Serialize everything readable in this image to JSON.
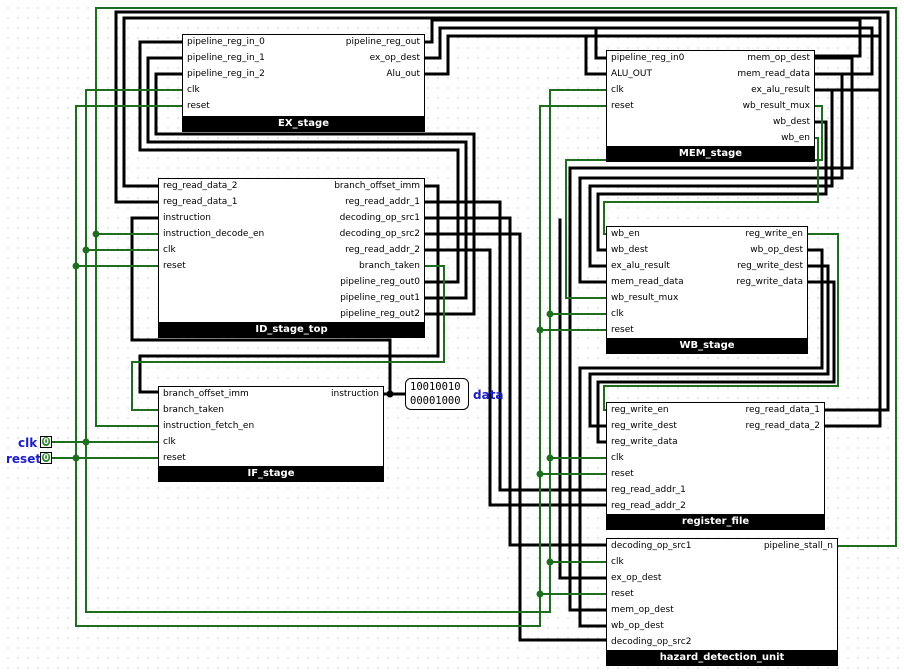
{
  "inputs": {
    "clk": {
      "label": "clk",
      "value": "0"
    },
    "reset": {
      "label": "reset",
      "value": "0"
    }
  },
  "probe": {
    "label": "data",
    "line1": "10010010",
    "line2": "00001000"
  },
  "ex_stage": {
    "title": "EX_stage",
    "inputs": [
      "pipeline_reg_in_0",
      "pipeline_reg_in_1",
      "pipeline_reg_in_2",
      "clk",
      "reset"
    ],
    "outputs": [
      "pipeline_reg_out",
      "ex_op_dest",
      "Alu_out"
    ]
  },
  "mem_stage": {
    "title": "MEM_stage",
    "inputs": [
      "pipeline_reg_in0",
      "ALU_OUT",
      "clk",
      "reset"
    ],
    "outputs": [
      "mem_op_dest",
      "mem_read_data",
      "ex_alu_result",
      "wb_result_mux",
      "wb_dest",
      "wb_en"
    ]
  },
  "id_stage": {
    "title": "ID_stage_top",
    "inputs": [
      "reg_read_data_2",
      "reg_read_data_1",
      "instruction",
      "instruction_decode_en",
      "clk",
      "reset"
    ],
    "outputs": [
      "branch_offset_imm",
      "reg_read_addr_1",
      "decoding_op_src1",
      "decoding_op_src2",
      "reg_read_addr_2",
      "branch_taken",
      "pipeline_reg_out0",
      "pipeline_reg_out1",
      "pipeline_reg_out2"
    ]
  },
  "wb_stage": {
    "title": "WB_stage",
    "inputs": [
      "wb_en",
      "wb_dest",
      "ex_alu_result",
      "mem_read_data",
      "wb_result_mux",
      "clk",
      "reset"
    ],
    "outputs": [
      "reg_write_en",
      "wb_op_dest",
      "reg_write_dest",
      "reg_write_data"
    ]
  },
  "if_stage": {
    "title": "IF_stage",
    "inputs": [
      "branch_offset_imm",
      "branch_taken",
      "instruction_fetch_en",
      "clk",
      "reset"
    ],
    "outputs": [
      "instruction"
    ]
  },
  "register_file": {
    "title": "register_file",
    "inputs": [
      "reg_write_en",
      "reg_write_dest",
      "reg_write_data",
      "clk",
      "reset",
      "reg_read_addr_1",
      "reg_read_addr_2"
    ],
    "outputs": [
      "reg_read_data_1",
      "reg_read_data_2"
    ]
  },
  "hazard_unit": {
    "title": "hazard_detection_unit",
    "inputs": [
      "decoding_op_src1",
      "clk",
      "ex_op_dest",
      "reset",
      "mem_op_dest",
      "wb_op_dest",
      "decoding_op_src2"
    ],
    "outputs": [
      "pipeline_stall_n"
    ]
  },
  "colors": {
    "wire_bus": "#000000",
    "wire_bit": "#1f6e1f",
    "label": "#1d1ec8"
  }
}
